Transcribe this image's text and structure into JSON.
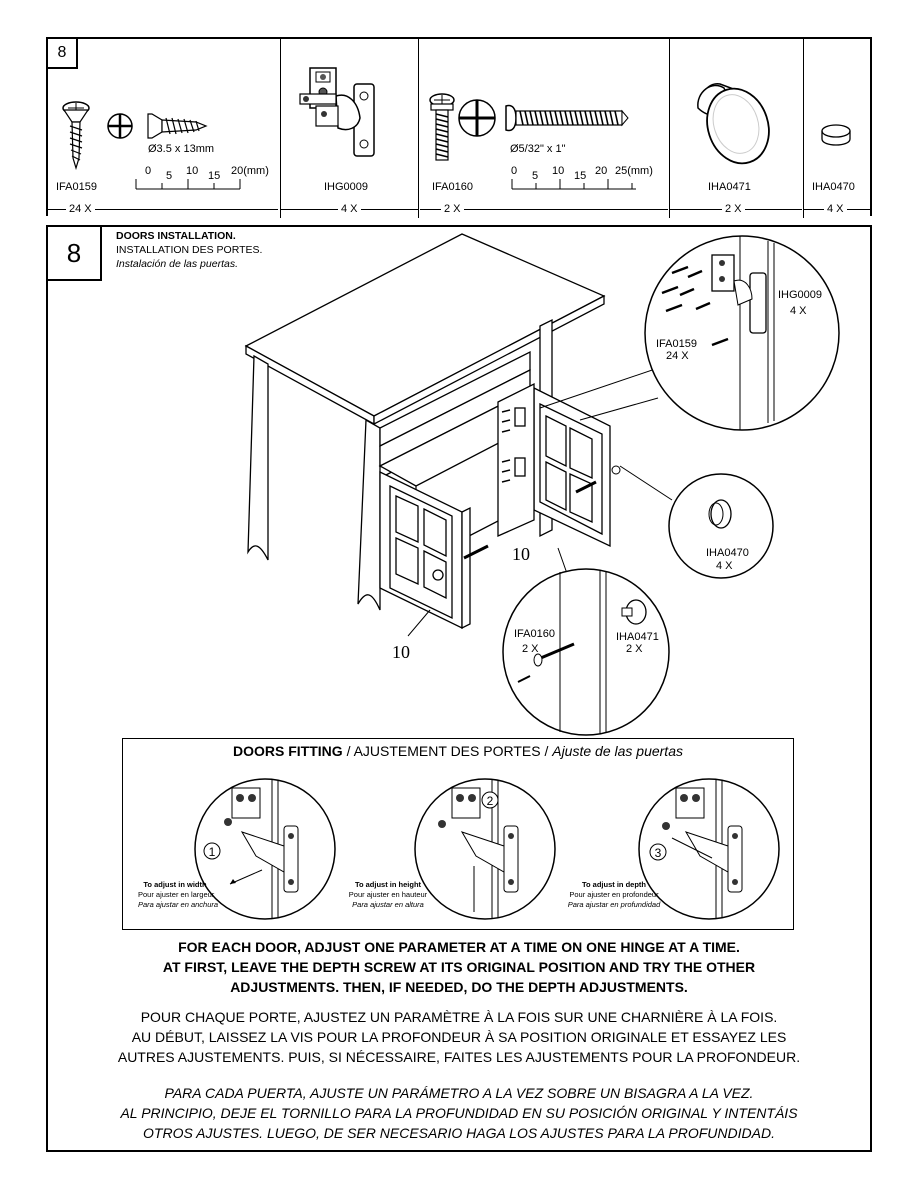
{
  "step_number": "8",
  "parts": [
    {
      "code": "IFA0159",
      "qty": "24 X",
      "spec": "Ø3.5 x 13mm",
      "ruler": [
        "0",
        "5",
        "10",
        "15",
        "20(mm)"
      ],
      "icon": "wood-screw-icon"
    },
    {
      "code": "IHG0009",
      "qty": "4 X",
      "icon": "hinge-icon"
    },
    {
      "code": "IFA0160",
      "qty": "2 X",
      "spec": "Ø5/32\" x 1\"",
      "ruler": [
        "0",
        "5",
        "10",
        "15",
        "20",
        "25(mm)"
      ],
      "icon": "machine-screw-icon"
    },
    {
      "code": "IHA0471",
      "qty": "2 X",
      "icon": "knob-icon"
    },
    {
      "code": "IHA0470",
      "qty": "4 X",
      "icon": "bumper-icon"
    }
  ],
  "title": {
    "en": "DOORS INSTALLATION.",
    "fr": "INSTALLATION DES PORTES.",
    "es": "Instalación de las puertas."
  },
  "callouts": {
    "hinge_code": "IHG0009",
    "hinge_qty": "4 X",
    "screw_code": "IFA0159",
    "screw_qty": "24 X",
    "bumper_code": "IHA0470",
    "bumper_qty": "4 X",
    "bolt_code": "IFA0160",
    "bolt_qty": "2 X",
    "knob_code": "IHA0471",
    "knob_qty": "2 X",
    "door_part_number": "10"
  },
  "fitting": {
    "title_en": "DOORS FITTING",
    "title_sep": " / ",
    "title_fr": "AJUSTEMENT DES PORTES",
    "title_es": "Ajuste de las puertas",
    "adjustments": [
      {
        "number": "1",
        "en": "To adjust in width",
        "fr": "Pour ajuster en largeur",
        "es": "Para ajustar en anchura"
      },
      {
        "number": "2",
        "en": "To adjust in height",
        "fr": "Pour ajuster en hauteur",
        "es": "Para ajustar en altura"
      },
      {
        "number": "3",
        "en": "To adjust in depth",
        "fr": "Pour ajuster en profondeur",
        "es": "Para ajustar en profundidad"
      }
    ]
  },
  "instructions": {
    "en": [
      "FOR EACH DOOR, ADJUST ONE PARAMETER AT A TIME ON ONE HINGE AT A TIME.",
      "AT FIRST, LEAVE THE DEPTH SCREW AT ITS ORIGINAL POSITION AND TRY THE OTHER",
      "ADJUSTMENTS. THEN, IF NEEDED, DO THE DEPTH ADJUSTMENTS."
    ],
    "fr": [
      "POUR CHAQUE PORTE, AJUSTEZ UN PARAMÈTRE À LA FOIS SUR UNE CHARNIÈRE À LA FOIS.",
      "AU DÉBUT, LAISSEZ LA VIS POUR LA PROFONDEUR À SA POSITION ORIGINALE ET ESSAYEZ LES",
      "AUTRES AJUSTEMENTS. PUIS, SI NÉCESSAIRE, FAITES LES AJUSTEMENTS POUR LA PROFONDEUR."
    ],
    "es": [
      "PARA CADA PUERTA, AJUSTE UN PARÁMETRO A LA VEZ SOBRE UN BISAGRA A LA VEZ.",
      "AL PRINCIPIO, DEJE EL TORNILLO PARA LA PROFUNDIDAD EN SU POSICIÓN ORIGINAL Y INTENTÁIS",
      "OTROS AJUSTES. LUEGO, DE SER NECESARIO HAGA LOS AJUSTES PARA LA PROFUNDIDAD."
    ]
  }
}
